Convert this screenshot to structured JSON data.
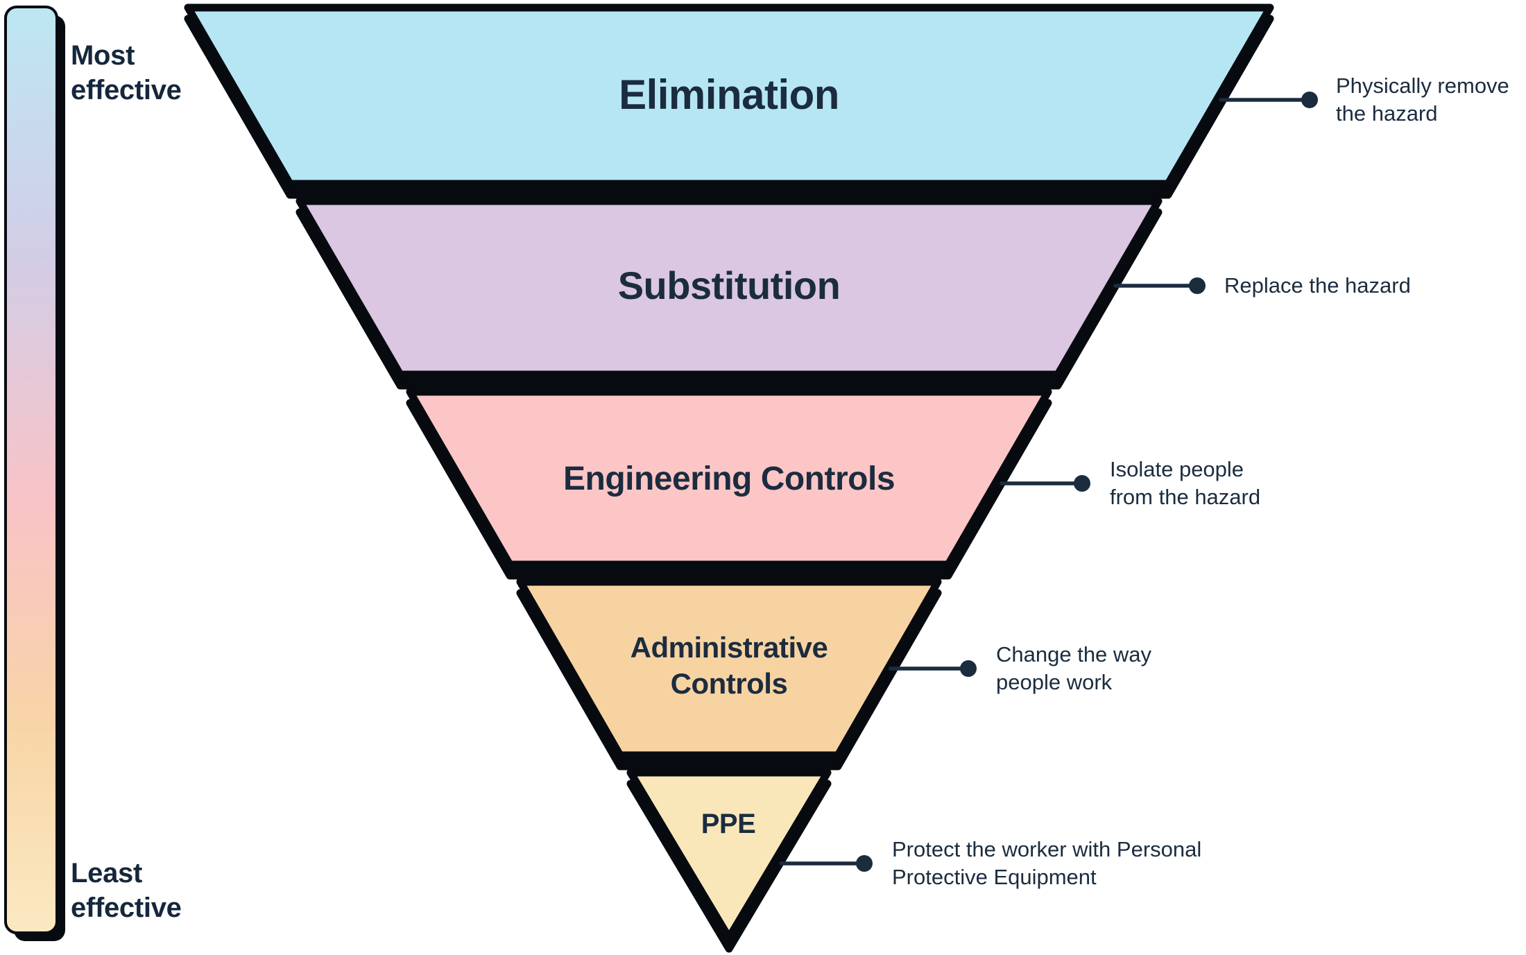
{
  "colors": {
    "ink": "#070b10",
    "text": "#1b2c3f",
    "annotation": "#1b2c3f",
    "background": "#ffffff"
  },
  "scale_bar": {
    "most_label": "Most\neffective",
    "least_label": "Least\neffective",
    "gradient_stops": [
      "#bde7f3",
      "#d2cde6",
      "#f9c3c6",
      "#f8d5a6",
      "#fbe9c2"
    ]
  },
  "levels": [
    {
      "label": "Elimination",
      "color": "#b6e6f4",
      "description": "Physically remove\nthe hazard"
    },
    {
      "label": "Substitution",
      "color": "#dbc7e1",
      "description": "Replace the hazard"
    },
    {
      "label": "Engineering Controls",
      "color": "#fcc6c7",
      "description": "Isolate people\nfrom the hazard"
    },
    {
      "label": "Administrative\nControls",
      "color": "#f8d3a2",
      "description": "Change the way\npeople work"
    },
    {
      "label": "PPE",
      "color": "#f9e7ba",
      "description": "Protect the worker with Personal\nProtective Equipment"
    }
  ]
}
